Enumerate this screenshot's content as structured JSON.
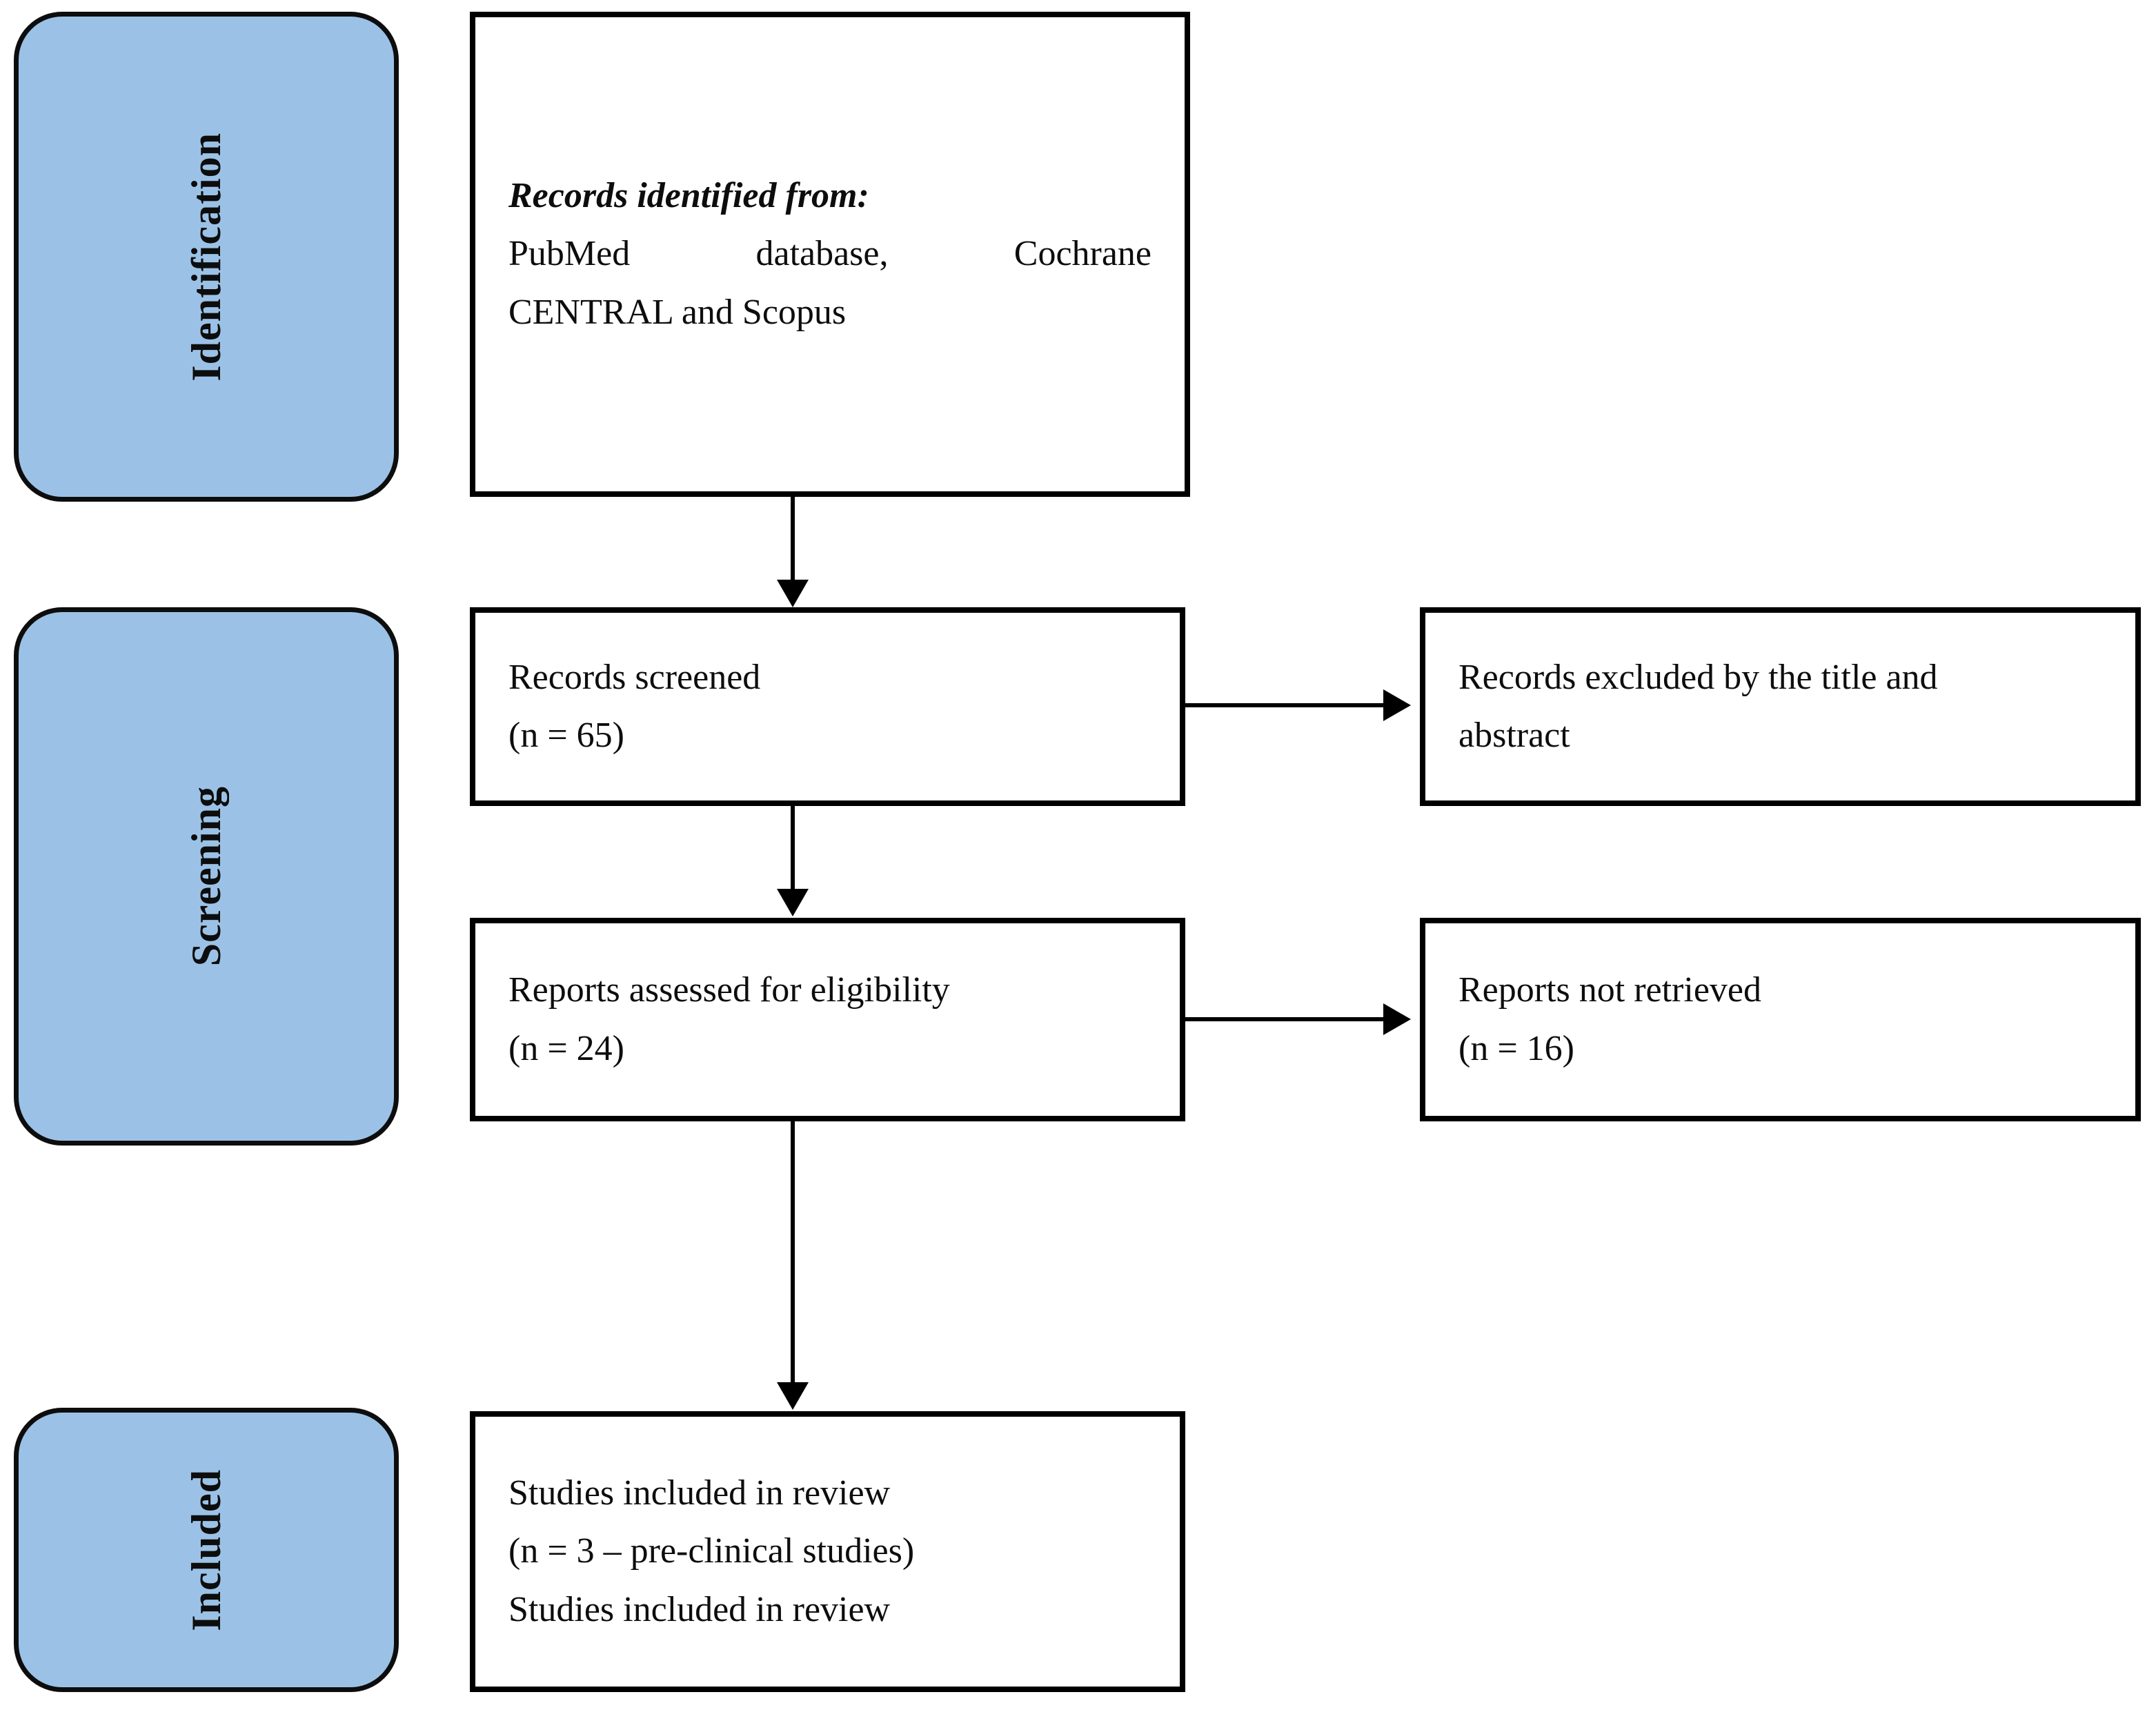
{
  "diagram": {
    "type": "prisma-flow-diagram",
    "accent_color": "#9BC2E6",
    "border_color": "#000000",
    "background_color": "#FFFFFF"
  },
  "stages": [
    {
      "label": "Identification"
    },
    {
      "label": "Screening"
    },
    {
      "label": "Included"
    }
  ],
  "boxes": {
    "identification": {
      "heading": "Records identified from:",
      "body": "PubMed database, Cochrane CENTRAL and Scopus"
    },
    "records_screened": {
      "line1": "Records screened",
      "line2": "(n = 65)"
    },
    "records_excluded": {
      "line1": "Records excluded by the title and",
      "line2": "abstract"
    },
    "reports_assessed": {
      "line1": "Reports assessed for eligibility",
      "line2": "(n = 24)"
    },
    "reports_not_retrieved": {
      "line1": "Reports not retrieved",
      "line2": "(n = 16)"
    },
    "studies_included": {
      "line1": "Studies included in review",
      "line2": "(n = 3 – pre-clinical studies)",
      "line3": "Studies included in review"
    }
  },
  "flow_text": {
    "pubmed_line": "PubMed       database,       Cochrane",
    "central_line": "CENTRAL and Scopus"
  },
  "counts": {
    "records_screened_n": 65,
    "reports_assessed_n": 24,
    "reports_not_retrieved_n": 16,
    "studies_included_n": 3
  }
}
